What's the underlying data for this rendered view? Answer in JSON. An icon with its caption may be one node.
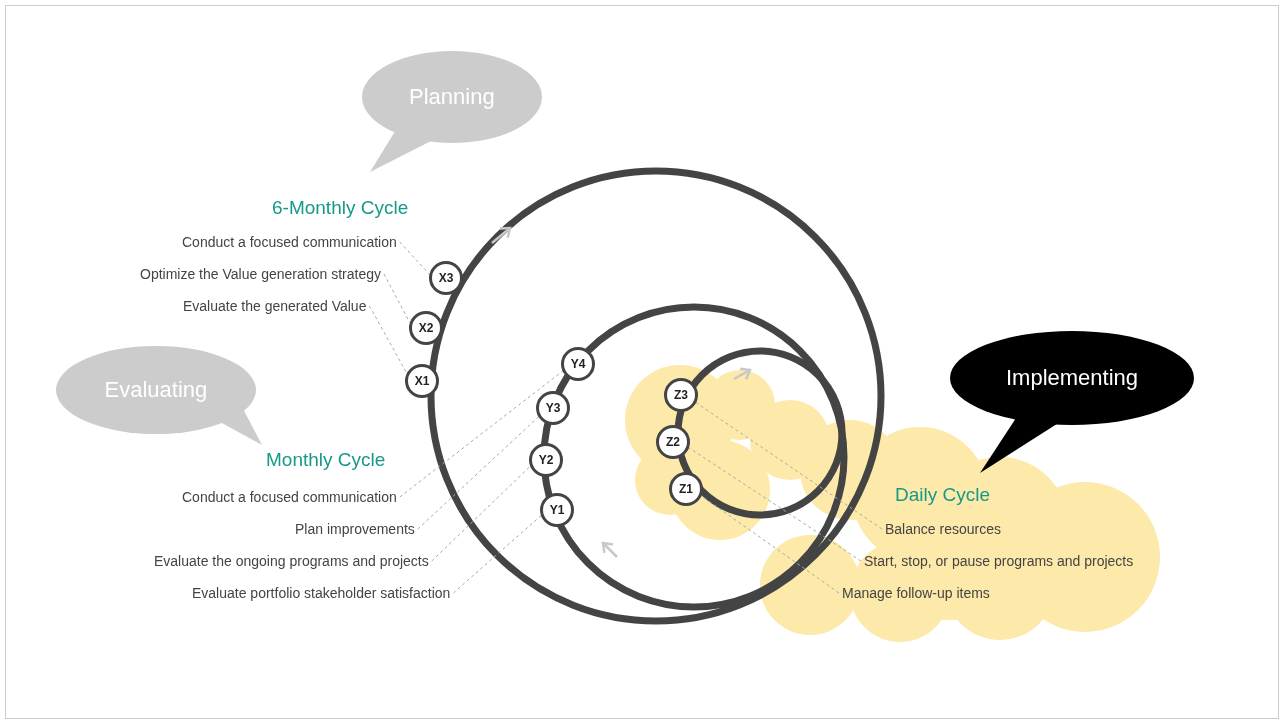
{
  "diagram": {
    "nodes": [
      {
        "text": [
          "Planning"
        ]
      },
      {
        "text": [
          "Evaluating"
        ]
      },
      {
        "text": [
          "Implementing"
        ]
      },
      {
        "text": [
          "Conduct a focused communication"
        ]
      },
      {
        "text": [
          "Optimize the Value generation strategy"
        ]
      },
      {
        "text": [
          "Evaluate the generated Value"
        ]
      },
      {
        "text": [
          "X3"
        ]
      },
      {
        "text": [
          "X2"
        ]
      },
      {
        "text": [
          "X1"
        ]
      },
      {
        "text": [
          "Y4"
        ]
      },
      {
        "text": [
          "Y3"
        ]
      },
      {
        "text": [
          "Y2"
        ]
      },
      {
        "text": [
          "Y1"
        ]
      },
      {
        "text": [
          "Conduct a focused communication"
        ]
      },
      {
        "text": [
          "Plan improvements"
        ]
      },
      {
        "text": [
          "Evaluate the ongoing programs and projects"
        ]
      },
      {
        "text": [
          "Evaluate portfolio stakeholder satisfaction"
        ]
      },
      {
        "text": [
          "Z3"
        ]
      },
      {
        "text": [
          "Z2"
        ]
      },
      {
        "text": [
          "Z1"
        ]
      },
      {
        "text": [
          "Balance resources"
        ]
      },
      {
        "text": [
          "Start, stop, or pause programs and projects"
        ]
      },
      {
        "text": [
          "Manage follow-up items"
        ]
      }
    ],
    "edges": [
      {
        "from": 3,
        "to": 6,
        "arrow": "none",
        "style": "dashed"
      },
      {
        "from": 4,
        "to": 7,
        "arrow": "none",
        "style": "dashed"
      },
      {
        "from": 5,
        "to": 8,
        "arrow": "none",
        "style": "dashed"
      },
      {
        "from": 13,
        "to": 9,
        "arrow": "none",
        "style": "dashed"
      },
      {
        "from": 14,
        "to": 10,
        "arrow": "none",
        "style": "dashed"
      },
      {
        "from": 15,
        "to": 11,
        "arrow": "none",
        "style": "dashed"
      },
      {
        "from": 16,
        "to": 12,
        "arrow": "none",
        "style": "dashed"
      },
      {
        "from": 20,
        "to": 17,
        "arrow": "none",
        "style": "dashed"
      },
      {
        "from": 21,
        "to": 18,
        "arrow": "none",
        "style": "dashed"
      },
      {
        "from": 22,
        "to": 19,
        "arrow": "none",
        "style": "dashed"
      }
    ],
    "labels": [
      "6-Monthly Cycle",
      "Monthly Cycle",
      "Daily Cycle"
    ]
  }
}
